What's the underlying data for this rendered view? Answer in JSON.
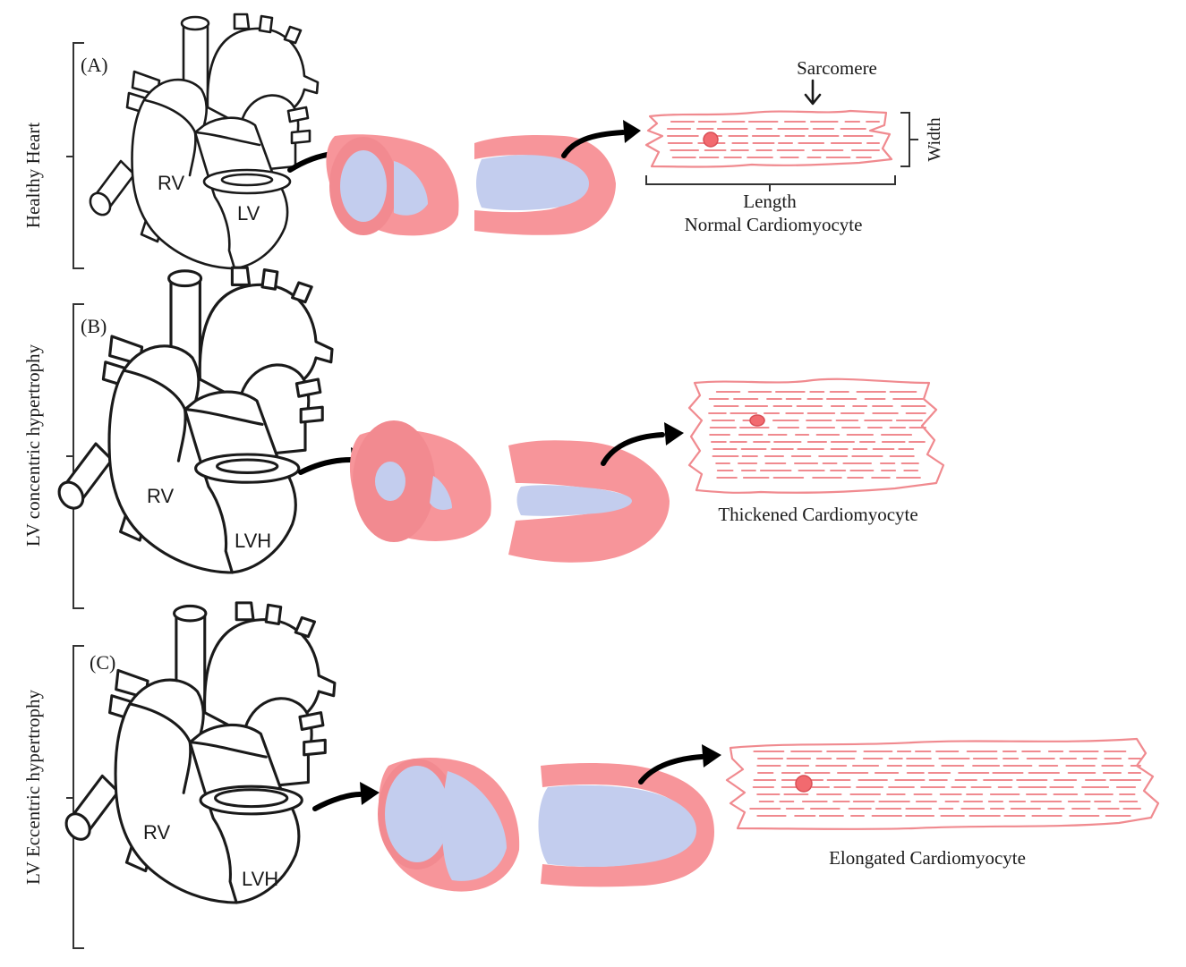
{
  "panels": [
    {
      "letter": "(A)",
      "side_label": "Healthy Heart",
      "rv": "RV",
      "lv": "LV",
      "cell_caption": "Normal Cardiomyocyte",
      "sarcomere_label": "Sarcomere",
      "length_label": "Length",
      "width_label": "Width"
    },
    {
      "letter": "(B)",
      "side_label": "LV concentric hypertrophy",
      "rv": "RV",
      "lv": "LVH",
      "cell_caption": "Thickened Cardiomyocyte"
    },
    {
      "letter": "(C)",
      "side_label": "LV Eccentric hypertrophy",
      "rv": "RV",
      "lv": "LVH",
      "cell_caption": "Elongated Cardiomyocyte"
    }
  ],
  "colors": {
    "myocardium": "#f7959a",
    "cavity": "#c3cdee",
    "cell_outline": "#f08a8f",
    "nucleus": "#f26a6f"
  }
}
